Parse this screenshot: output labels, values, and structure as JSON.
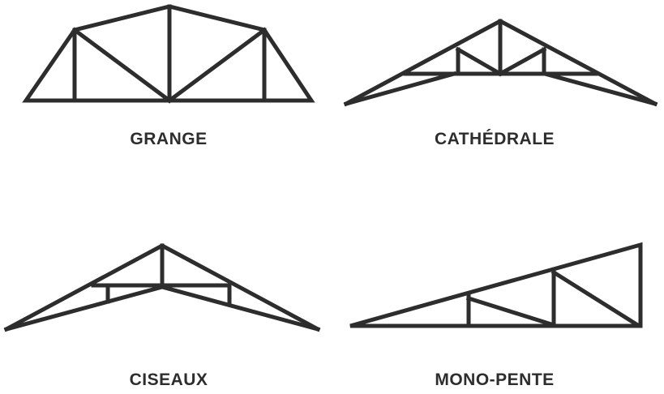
{
  "trusses": [
    {
      "label": "GRANGE"
    },
    {
      "label": "CATHÉDRALE"
    },
    {
      "label": "CISEAUX"
    },
    {
      "label": "MONO-PENTE"
    }
  ],
  "stroke_color": "#2d2d2d"
}
